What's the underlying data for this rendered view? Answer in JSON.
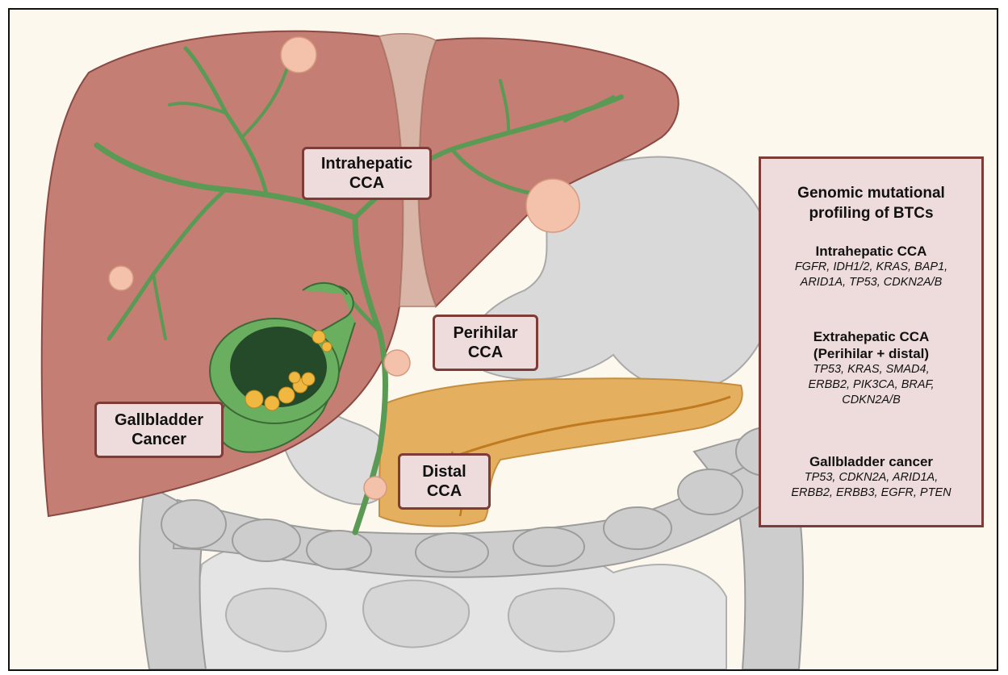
{
  "labels": {
    "intrahepatic": [
      "Intrahepatic",
      "CCA"
    ],
    "perihilar": [
      "Perihilar",
      "CCA"
    ],
    "gallbladder": [
      "Gallbladder",
      "Cancer"
    ],
    "distal": [
      "Distal",
      "CCA"
    ]
  },
  "panel": {
    "title": [
      "Genomic mutational",
      "profiling of BTCs"
    ],
    "sections": [
      {
        "heading": [
          "Intrahepatic CCA"
        ],
        "genes": [
          "FGFR, IDH1/2, KRAS, BAP1,",
          "ARID1A, TP53, CDKN2A/B"
        ]
      },
      {
        "heading": [
          "Extrahepatic CCA",
          "(Perihilar + distal)"
        ],
        "genes": [
          "TP53, KRAS, SMAD4,",
          "ERBB2, PIK3CA, BRAF,",
          "CDKN2A/B"
        ]
      },
      {
        "heading": [
          "Gallbladder cancer"
        ],
        "genes": [
          "TP53, CDKN2A, ARID1A,",
          "ERBB2, ERBB3, EGFR, PTEN"
        ]
      }
    ]
  },
  "colors": {
    "liver": "#c47e74",
    "liver_outline": "#8a4a44",
    "bile_duct": "#5a9a55",
    "gallbladder": "#6aae60",
    "gallbladder_inner": "#244a2a",
    "gallstone": "#f0b840",
    "tumor": "#f4c2aa",
    "pancreas": "#e4b060",
    "intestine": "#cfcfcf",
    "stomach": "#d8d8d8",
    "label_fill": "#eedcdc",
    "label_border": "#7e3c38"
  }
}
